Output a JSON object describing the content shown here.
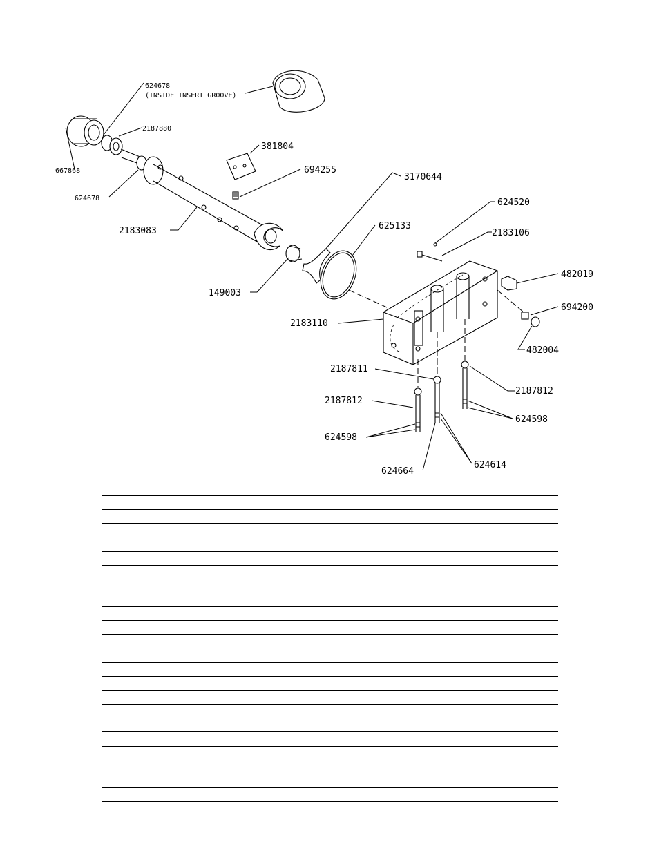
{
  "part_labels": {
    "p624678_top": "624678",
    "inside_insert_groove": "(INSIDE INSERT GROOVE)",
    "p2187880": "2187880",
    "p667868": "667868",
    "p624678_bottom": "624678",
    "p381804": "381804",
    "p694255": "694255",
    "p3170644": "3170644",
    "p2183083": "2183083",
    "p625133": "625133",
    "p149003": "149003",
    "p624520": "624520",
    "p2183106": "2183106",
    "p482019": "482019",
    "p2183110": "2183110",
    "p694200": "694200",
    "p482004": "482004",
    "p2187811": "2187811",
    "p2187812_left": "2187812",
    "p2187812_right": "2187812",
    "p624598_left": "624598",
    "p624598_right": "624598",
    "p624664": "624664",
    "p624614": "624614"
  },
  "parts_table": {
    "row_count": 23
  }
}
